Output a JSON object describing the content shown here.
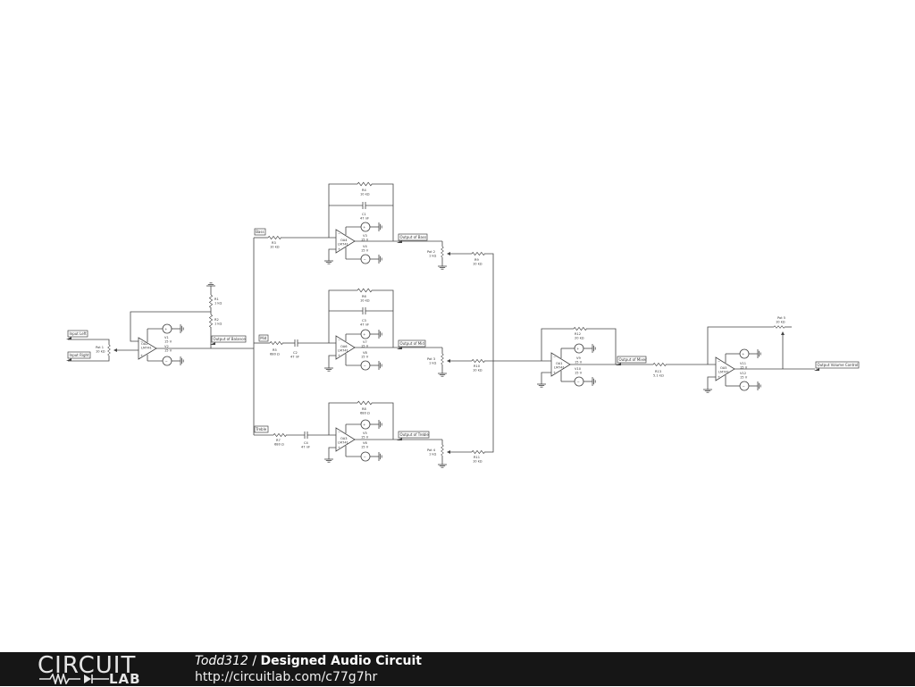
{
  "footer": {
    "logo_top": "CIRCUIT",
    "logo_bottom": "LAB",
    "author": "Todd312",
    "separator": " / ",
    "title": "Designed Audio Circuit",
    "url": "http://circuitlab.com/c77g7hr"
  },
  "schematic": {
    "nodes": {
      "input_left": "Input Left",
      "input_right": "Input Right",
      "output_balance": "Output of Balance",
      "bass": "Bass",
      "mid": "Mid",
      "treble": "Treble",
      "output_bass": "Output of Bass",
      "output_mid": "Output of Mid",
      "output_treble": "Output of Treble",
      "output_mixer": "Output of Mixer",
      "output_volume": "Output Volume Control"
    },
    "opamps": {
      "oa1": {
        "name": "OA1",
        "part": "LM741"
      },
      "oa2": {
        "name": "OA2",
        "part": "LM741"
      },
      "oa3": {
        "name": "OA3",
        "part": "LM741"
      },
      "oa4": {
        "name": "OA4",
        "part": "LM741"
      },
      "oa5": {
        "name": "OA5",
        "part": "LM741"
      },
      "oa6": {
        "name": "OA6",
        "part": "LM741"
      }
    },
    "sources": {
      "v1": {
        "name": "V1",
        "value": "15 V"
      },
      "v2": {
        "name": "V2",
        "value": "15 V"
      },
      "v3": {
        "name": "V3",
        "value": "15 V"
      },
      "v4": {
        "name": "V4",
        "value": "15 V"
      },
      "v5": {
        "name": "V5",
        "value": "15 V"
      },
      "v6": {
        "name": "V6",
        "value": "15 V"
      },
      "v7": {
        "name": "V7",
        "value": "15 V"
      },
      "v8": {
        "name": "V8",
        "value": "15 V"
      },
      "v9": {
        "name": "V9",
        "value": "15 V"
      },
      "v10": {
        "name": "V10",
        "value": "15 V"
      },
      "v11": {
        "name": "V11",
        "value": "15 V"
      },
      "v12": {
        "name": "V12",
        "value": "15 V"
      }
    },
    "resistors": {
      "r1": {
        "name": "R1",
        "value": "1 kΩ"
      },
      "r2": {
        "name": "R2",
        "value": "1 kΩ"
      },
      "r3": {
        "name": "R3",
        "value": "10 kΩ"
      },
      "r4": {
        "name": "R4",
        "value": "10 kΩ"
      },
      "r5": {
        "name": "R5",
        "value": "680 Ω"
      },
      "r6": {
        "name": "R6",
        "value": "10 kΩ"
      },
      "r7": {
        "name": "R7",
        "value": "680 Ω"
      },
      "r8": {
        "name": "R8",
        "value": "680 Ω"
      },
      "r9": {
        "name": "R9",
        "value": "10 kΩ"
      },
      "r10": {
        "name": "R10",
        "value": "10 kΩ"
      },
      "r11": {
        "name": "R11",
        "value": "10 kΩ"
      },
      "r12": {
        "name": "R12",
        "value": "20 kΩ"
      },
      "r13": {
        "name": "R13",
        "value": "5.1 kΩ"
      }
    },
    "capacitors": {
      "c1": {
        "name": "C1",
        "value": "47 nF"
      },
      "c2": {
        "name": "C2",
        "value": "47 nF"
      },
      "c3": {
        "name": "C3",
        "value": "47 nF"
      },
      "c4": {
        "name": "C4",
        "value": "47 nF"
      }
    },
    "pots": {
      "pot1": {
        "name": "Pot 1",
        "value": "10 kΩ"
      },
      "pot2": {
        "name": "Pot 2",
        "value": "1 kΩ"
      },
      "pot3": {
        "name": "Pot 3",
        "value": "1 kΩ"
      },
      "pot4": {
        "name": "Pot 4",
        "value": "1 kΩ"
      },
      "pot5": {
        "name": "Pot 5",
        "value": "10 kΩ"
      }
    },
    "symbols": {
      "plus": "+",
      "minus": "−",
      "src_plus": "+",
      "src_minus": "−"
    }
  }
}
